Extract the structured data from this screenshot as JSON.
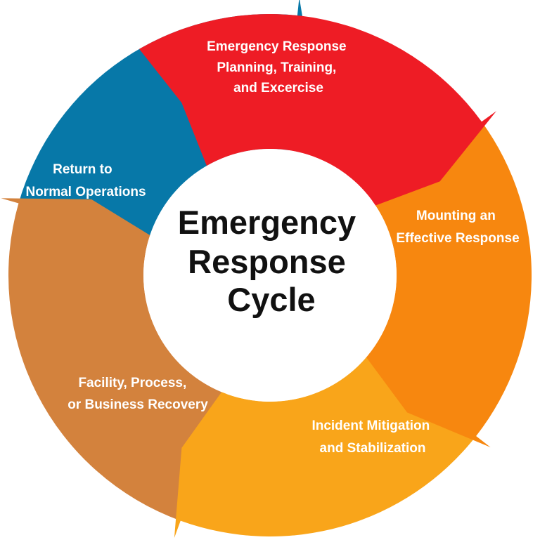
{
  "diagram": {
    "title_lines": [
      "Emergency",
      "Response",
      "Cycle"
    ],
    "segments": [
      {
        "id": "planning",
        "color": "#ee1c25",
        "lines": [
          "Emergency Response",
          "Planning, Training,",
          "and Excercise"
        ]
      },
      {
        "id": "mounting",
        "color": "#f7870f",
        "lines": [
          "Mounting an",
          "Effective Response"
        ]
      },
      {
        "id": "mitigation",
        "color": "#f9a51a",
        "lines": [
          "Incident Mitigation",
          "and Stabilization"
        ]
      },
      {
        "id": "recovery",
        "color": "#d3823d",
        "lines": [
          "Facility, Process,",
          "or Business Recovery"
        ]
      },
      {
        "id": "return",
        "color": "#0778a8",
        "lines": [
          "Return to",
          "Normal Operations"
        ]
      }
    ]
  }
}
